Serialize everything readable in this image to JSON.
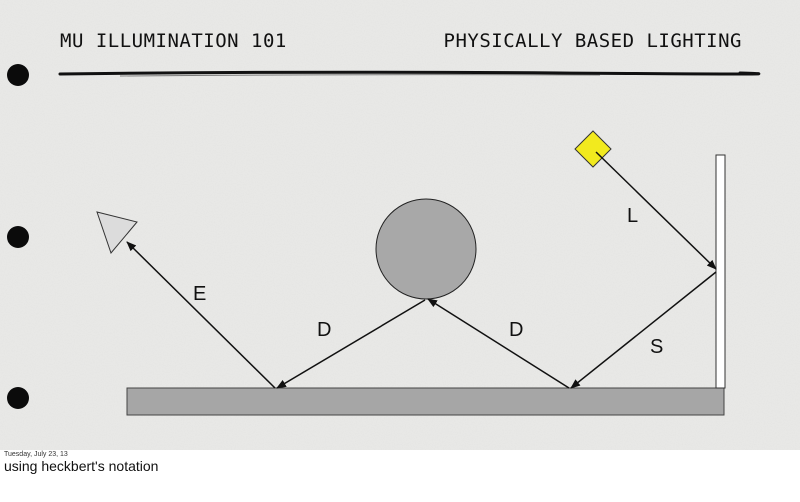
{
  "slide": {
    "title_left": "MU ILLUMINATION 101",
    "title_right": "PHYSICALLY BASED LIGHTING",
    "colors": {
      "paper": "#e9e9e7",
      "floor": "#a6a6a6",
      "sphere": "#a8a8a8",
      "light": "#f2ea1e",
      "eye": "#dcdcdc",
      "wall": "#ffffff",
      "ink": "#111111"
    },
    "ray_labels": {
      "eye": "E",
      "diffuse_left": "D",
      "diffuse_right": "D",
      "light": "L",
      "specular": "S"
    }
  },
  "footer": {
    "date": "Tuesday, July 23, 13",
    "notes": "using heckbert's notation"
  }
}
